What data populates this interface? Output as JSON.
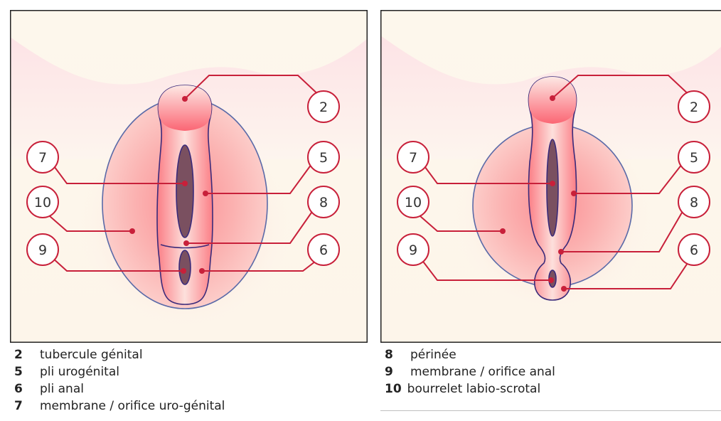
{
  "colors": {
    "panel_bg": "#fdf7ec",
    "outline": "#5a6aa8",
    "labels_red": "#c8203a",
    "membrane": "#7a5060"
  },
  "left_panel": {
    "callouts": [
      "2",
      "7",
      "5",
      "10",
      "8",
      "9",
      "6"
    ],
    "legend": [
      {
        "num": "2",
        "text": "tubercule génital"
      },
      {
        "num": "5",
        "text": "pli urogénital"
      },
      {
        "num": "6",
        "text": "pli anal"
      },
      {
        "num": "7",
        "text": "membrane / orifice uro-génital"
      }
    ]
  },
  "right_panel": {
    "callouts": [
      "2",
      "7",
      "5",
      "10",
      "8",
      "9",
      "6"
    ],
    "legend": [
      {
        "num": "8",
        "text": "périnée"
      },
      {
        "num": "9",
        "text": "membrane / orifice anal"
      },
      {
        "num": "10",
        "text": "bourrelet labio-scrotal"
      }
    ]
  }
}
